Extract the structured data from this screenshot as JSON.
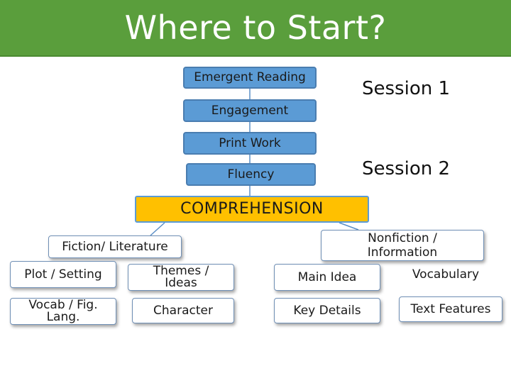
{
  "title": "Where to Start?",
  "sessions": {
    "session1": "Session 1",
    "session2": "Session 2"
  },
  "stack": {
    "emergent": "Emergent Reading",
    "engagement": "Engagement",
    "print_work": "Print Work",
    "fluency": "Fluency",
    "comprehension": "COMPREHENSION"
  },
  "fiction": {
    "header": "Fiction/ Literature",
    "plot_setting": "Plot / Setting",
    "themes_ideas": "Themes / Ideas",
    "vocab_fig": "Vocab / Fig. Lang.",
    "character": "Character"
  },
  "nonfiction": {
    "header": "Nonfiction / Information",
    "main_idea": "Main Idea",
    "vocabulary": "Vocabulary",
    "key_details": "Key Details",
    "text_features": "Text Features"
  },
  "colors": {
    "title_green": "#5a9e3c",
    "box_blue": "#5b9bd5",
    "comprehension_yellow": "#ffc000"
  }
}
